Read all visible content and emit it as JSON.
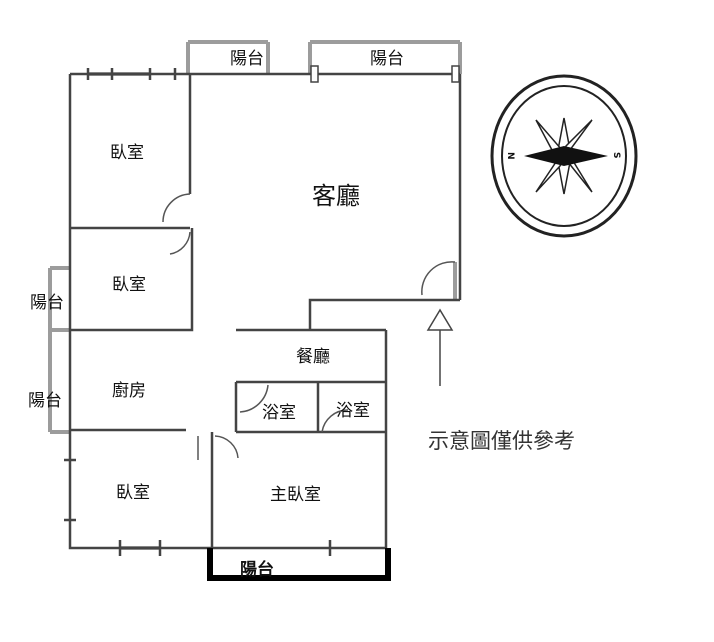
{
  "rooms": {
    "living_room": "客廳",
    "bedroom_top": "臥室",
    "bedroom_middle": "臥室",
    "kitchen": "廚房",
    "dining": "餐廳",
    "bath_left": "浴室",
    "bath_right": "浴室",
    "bedroom_bottom": "臥室",
    "master_bedroom": "主臥室"
  },
  "balconies": {
    "top_left": "陽台",
    "top_right": "陽台",
    "left_upper": "陽台",
    "left_lower": "陽台",
    "bottom": "陽台"
  },
  "compass": {
    "north": "N",
    "south": "S"
  },
  "note": "示意圖僅供參考",
  "colors": {
    "wall": "#444444",
    "window": "#9a9a9a",
    "balcony_bottom": "#000000"
  }
}
